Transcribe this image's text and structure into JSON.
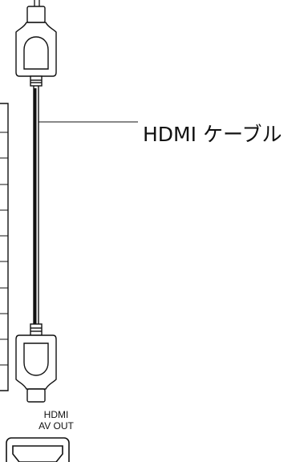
{
  "cable_label": "HDMI ケーブル",
  "port_label_line1": "HDMI",
  "port_label_line2": "AV OUT",
  "colors": {
    "line": "#111111",
    "background": "#ffffff"
  }
}
